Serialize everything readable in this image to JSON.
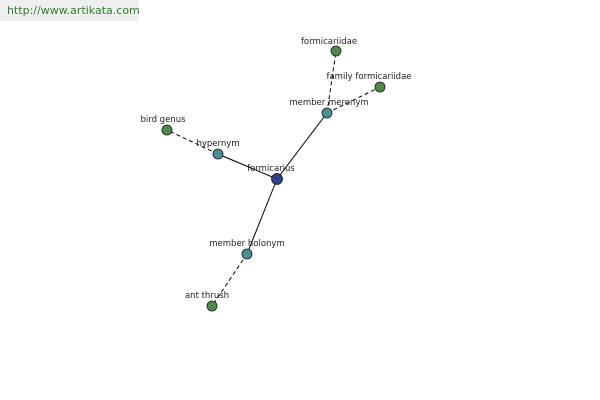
{
  "watermark": {
    "text": "http://www.artikata.com"
  },
  "colors": {
    "center": "#2d3f8a",
    "relation": "#4a8f96",
    "leaf": "#4e8a48",
    "watermark_text": "#2f7f2f",
    "watermark_bg": "#efefef"
  },
  "graph": {
    "nodes": [
      {
        "id": "formicarius",
        "label": "formicarius",
        "kind": "center"
      },
      {
        "id": "hypernym",
        "label": "hypernym",
        "kind": "relation"
      },
      {
        "id": "member-meronym",
        "label": "member meronym",
        "kind": "relation"
      },
      {
        "id": "member-holonym",
        "label": "member holonym",
        "kind": "relation"
      },
      {
        "id": "bird-genus",
        "label": "bird genus",
        "kind": "leaf"
      },
      {
        "id": "formicariidae",
        "label": "formicariidae",
        "kind": "leaf"
      },
      {
        "id": "family-formicariidae",
        "label": "family formicariidae",
        "kind": "leaf"
      },
      {
        "id": "ant-thrush",
        "label": "ant thrush",
        "kind": "leaf"
      }
    ],
    "edges": [
      {
        "from": "formicarius",
        "to": "hypernym",
        "style": "solid"
      },
      {
        "from": "formicarius",
        "to": "member-meronym",
        "style": "solid"
      },
      {
        "from": "formicarius",
        "to": "member-holonym",
        "style": "solid"
      },
      {
        "from": "hypernym",
        "to": "bird-genus",
        "style": "dashed"
      },
      {
        "from": "member-meronym",
        "to": "formicariidae",
        "style": "dashed"
      },
      {
        "from": "member-meronym",
        "to": "family-formicariidae",
        "style": "dashed"
      },
      {
        "from": "member-holonym",
        "to": "ant-thrush",
        "style": "dashed"
      }
    ]
  }
}
